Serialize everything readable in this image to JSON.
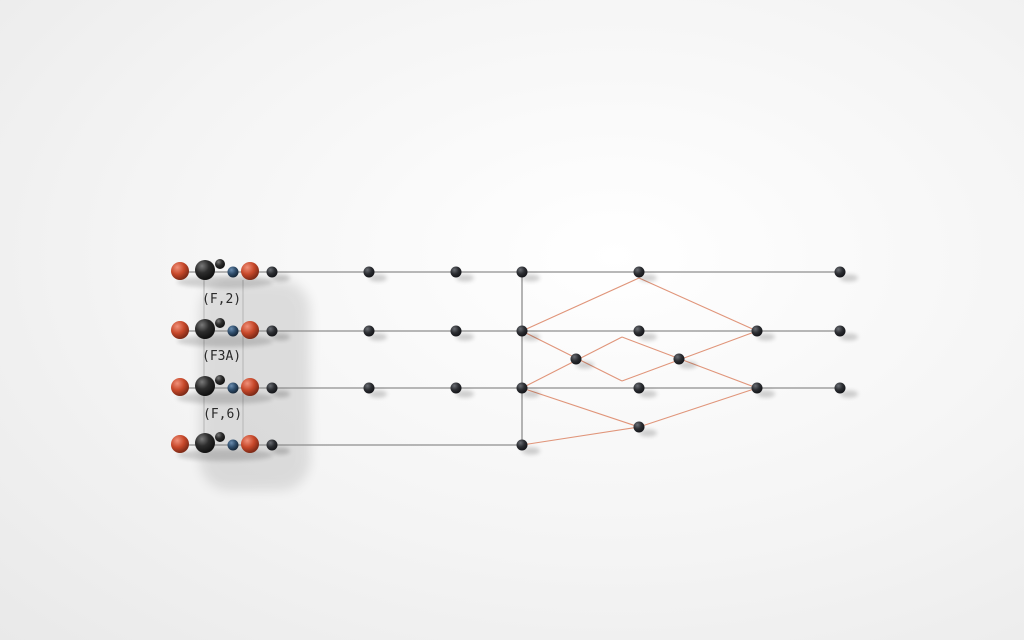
{
  "diagram": {
    "labels": [
      "(F,2)",
      "(F3A)",
      "(F,6)"
    ],
    "colors": {
      "wire": "#8e8e8e",
      "node": "#2b2d31",
      "node_highlight": "#5a5d63",
      "orange_ball": "#c7482a",
      "orange_highlight": "#e7806a",
      "blue_ball": "#2f4d6b",
      "black_ball": "#2a2a2a",
      "diamond_line": "#e0957a"
    },
    "wires": 4,
    "cluster": "red-black-blue bead cluster on each wire",
    "node_shape": "dark spheres",
    "connection_lines": "orange crossing lines forming diamonds"
  }
}
